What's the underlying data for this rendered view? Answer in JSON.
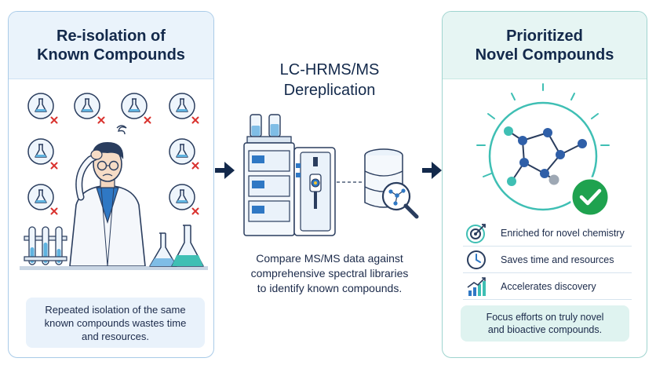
{
  "left": {
    "title": "Re-isolation of\nKnown Compounds",
    "footer": "Repeated isolation of the same\nknown compounds wastes time\nand resources."
  },
  "center": {
    "title": "LC-HRMS/MS\nDereplication",
    "caption": "Compare MS/MS data against\ncomprehensive spectral libraries\nto identify known compounds."
  },
  "right": {
    "title": "Prioritized\nNovel Compounds",
    "benefits": [
      {
        "icon": "target-icon",
        "label": "Enriched for novel chemistry"
      },
      {
        "icon": "clock-icon",
        "label": "Saves time and resources"
      },
      {
        "icon": "growth-chart-icon",
        "label": "Accelerates discovery"
      }
    ],
    "footer": "Focus efforts on truly novel\nand bioactive compounds."
  },
  "colors": {
    "navy": "#13294b",
    "accent_blue": "#2f78c4",
    "teal": "#3fbfb4",
    "check_green": "#1fa24f",
    "reject_red": "#d9322e"
  }
}
